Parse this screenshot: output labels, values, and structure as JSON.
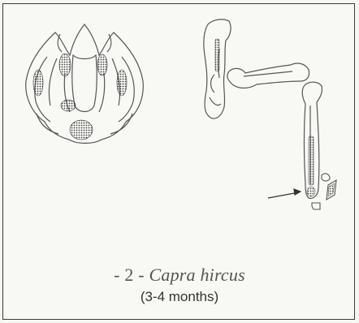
{
  "caption": {
    "number": "- 2 -",
    "species": "Capra hircus",
    "age": "(3-4 months)"
  },
  "colors": {
    "outline": "#555555",
    "ossification": "#3c3c3c",
    "border": "#3a3a3a",
    "background": "#f8f8f5"
  }
}
